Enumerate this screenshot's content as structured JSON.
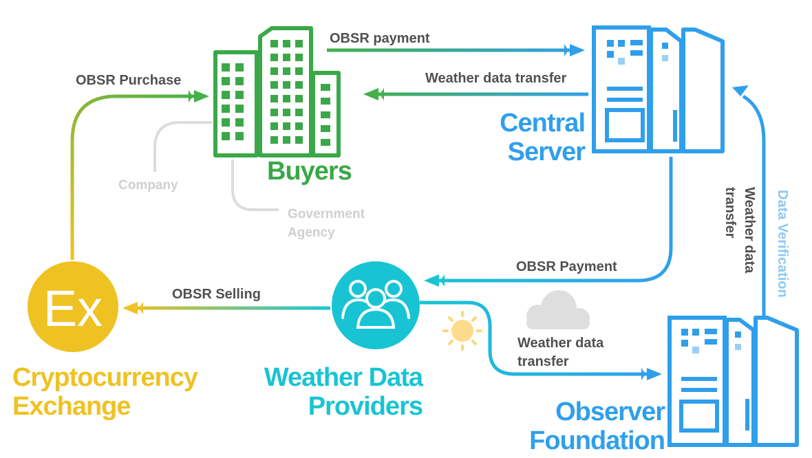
{
  "nodes": {
    "buyers": {
      "label": "Buyers",
      "color": "#3aa848",
      "icon": "office-buildings-icon"
    },
    "central_server": {
      "line1": "Central",
      "line2": "Server",
      "color": "#2f9fec",
      "icon": "server-icon"
    },
    "crypto_exchange": {
      "line1": "Cryptocurrency",
      "line2": "Exchange",
      "color": "#efc223",
      "icon": "exchange-ex-icon",
      "icon_text": "Ex"
    },
    "weather_providers": {
      "line1": "Weather Data",
      "line2": "Providers",
      "color": "#18c4d4",
      "icon": "user-group-icon"
    },
    "observer_foundation": {
      "line1": "Observer",
      "line2": "Foundation",
      "color": "#2f9fec",
      "icon": "server-icon"
    }
  },
  "sub_nodes": {
    "company": "Company",
    "government_line1": "Government",
    "government_line2": "Agency",
    "color": "#d9d9d9"
  },
  "edges": {
    "obsr_payment": "OBSR payment",
    "weather_transfer_top": "Weather data transfer",
    "obsr_purchase": "OBSR Purchase",
    "obsr_payment_2": "OBSR Payment",
    "obsr_selling": "OBSR Selling",
    "weather_transfer_bottom_line1": "Weather data",
    "weather_transfer_bottom_line2": "transfer",
    "weather_transfer_vertical_line1": "Weather data",
    "weather_transfer_vertical_line2": "transfer",
    "data_verification": "Data Verification"
  },
  "decorations": {
    "sun": "sun-icon",
    "cloud": "cloud-icon"
  }
}
